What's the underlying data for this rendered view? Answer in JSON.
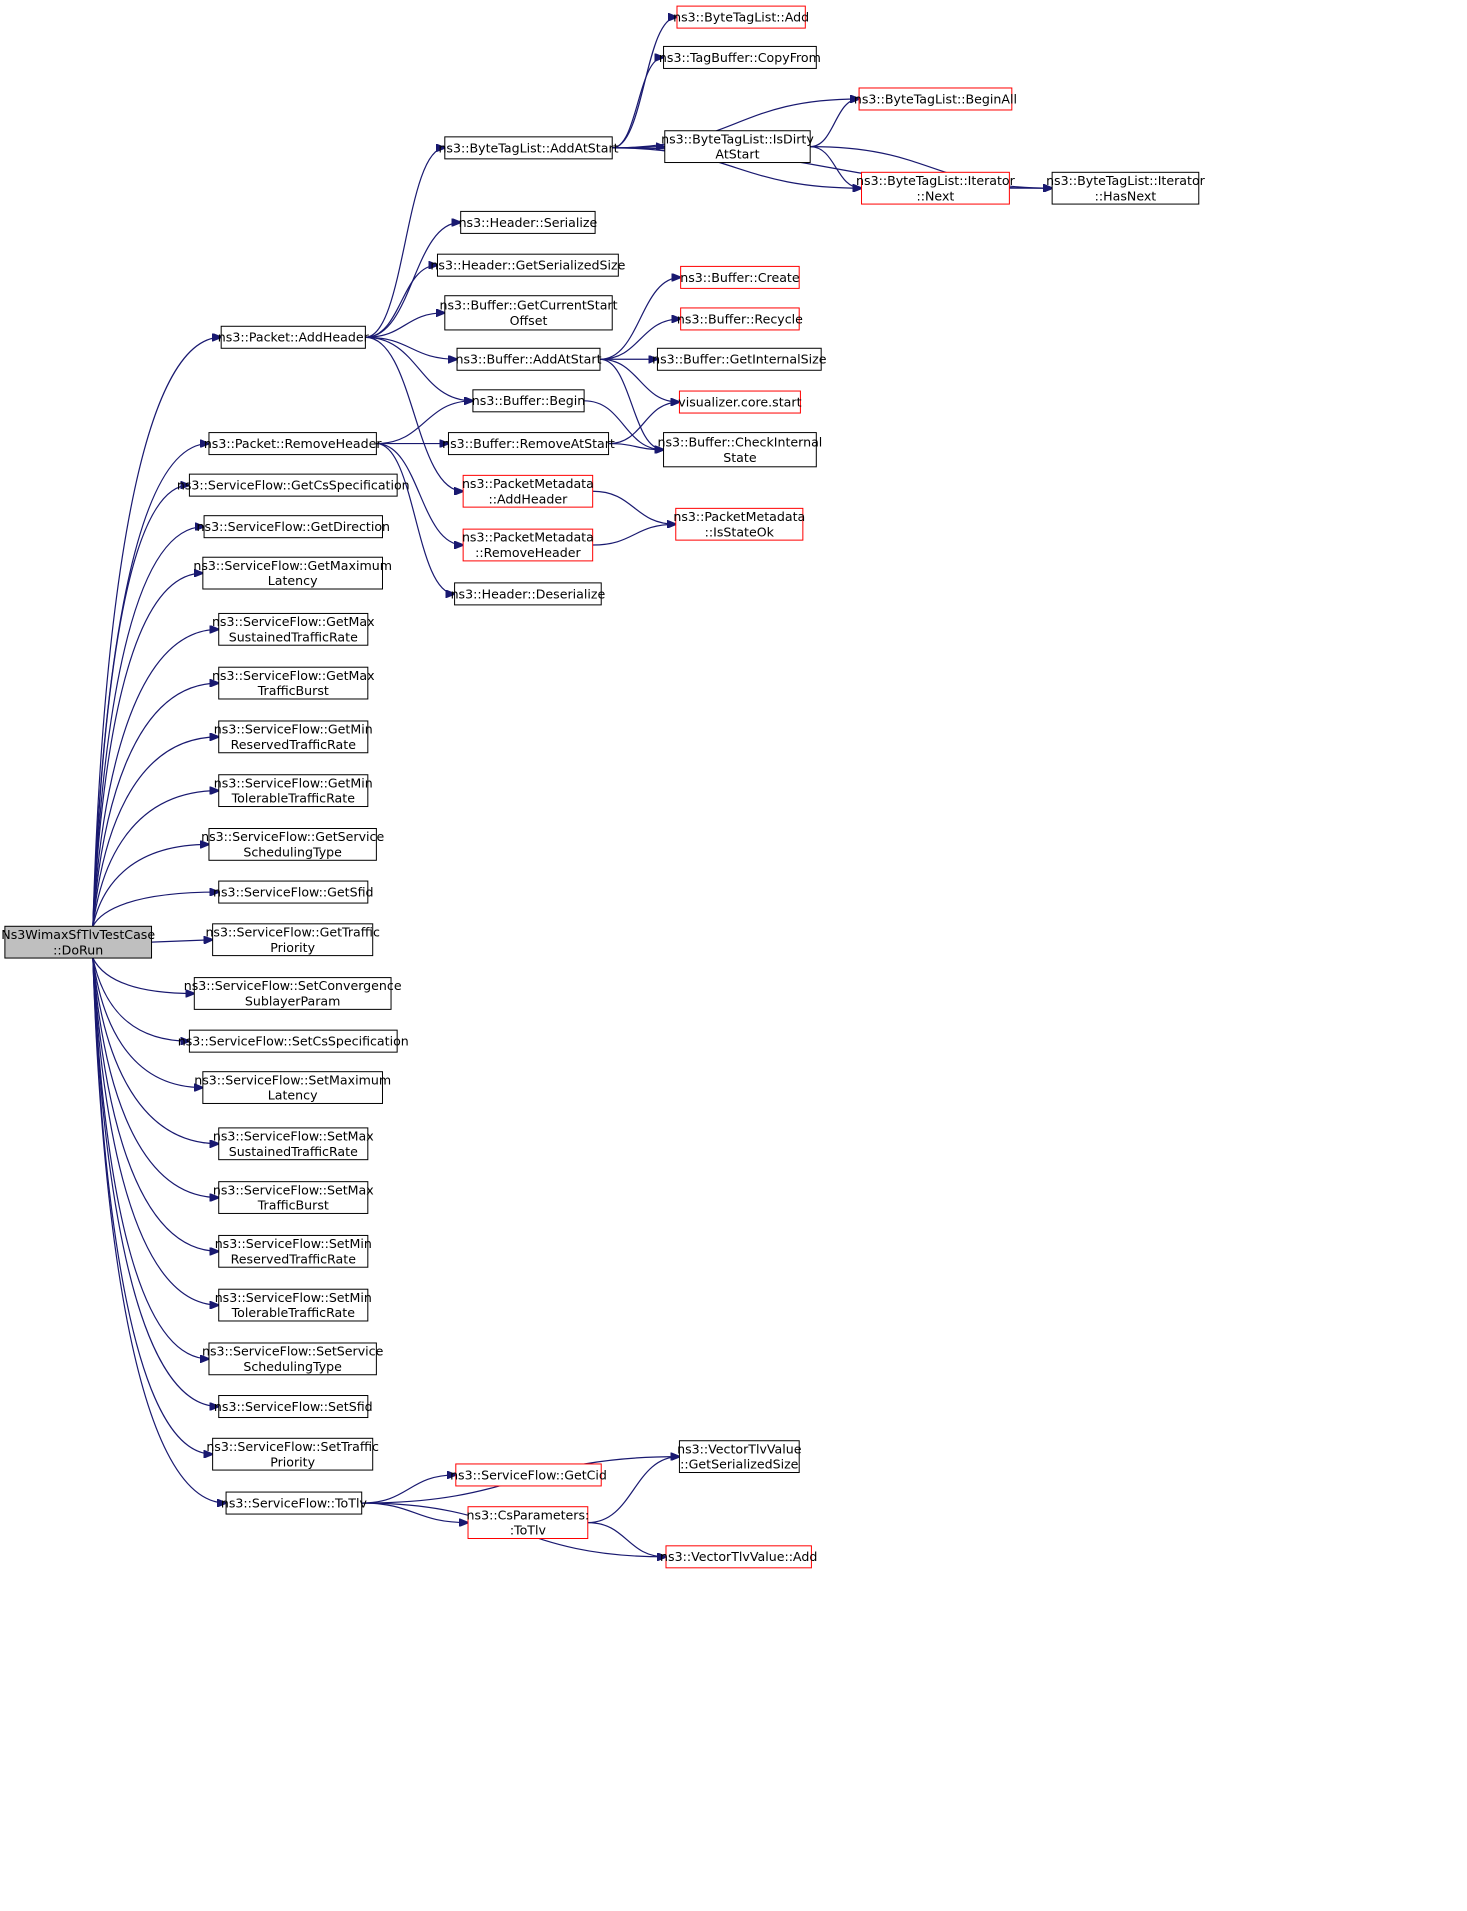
{
  "graph": {
    "edge_color": "#191970",
    "truncated_border_color": "#ff0000",
    "root_fill": "#bfbfbf",
    "nodes": [
      {
        "id": "root",
        "lines": [
          "Ns3WimaxSfTlvTestCase",
          "::DoRun"
        ],
        "root": true
      },
      {
        "id": "addHeader",
        "lines": [
          "ns3::Packet::AddHeader"
        ]
      },
      {
        "id": "removeHeader",
        "lines": [
          "ns3::Packet::RemoveHeader"
        ]
      },
      {
        "id": "getCsSpec",
        "lines": [
          "ns3::ServiceFlow::GetCsSpecification"
        ]
      },
      {
        "id": "getDirection",
        "lines": [
          "ns3::ServiceFlow::GetDirection"
        ]
      },
      {
        "id": "getMaxLatency",
        "lines": [
          "ns3::ServiceFlow::GetMaximum",
          "Latency"
        ]
      },
      {
        "id": "getMaxSustained",
        "lines": [
          "ns3::ServiceFlow::GetMax",
          "SustainedTrafficRate"
        ]
      },
      {
        "id": "getMaxBurst",
        "lines": [
          "ns3::ServiceFlow::GetMax",
          "TrafficBurst"
        ]
      },
      {
        "id": "getMinReserved",
        "lines": [
          "ns3::ServiceFlow::GetMin",
          "ReservedTrafficRate"
        ]
      },
      {
        "id": "getMinTolerable",
        "lines": [
          "ns3::ServiceFlow::GetMin",
          "TolerableTrafficRate"
        ]
      },
      {
        "id": "getSchedType",
        "lines": [
          "ns3::ServiceFlow::GetService",
          "SchedulingType"
        ]
      },
      {
        "id": "getSfid",
        "lines": [
          "ns3::ServiceFlow::GetSfid"
        ]
      },
      {
        "id": "getTrafficPrio",
        "lines": [
          "ns3::ServiceFlow::GetTraffic",
          "Priority"
        ]
      },
      {
        "id": "setConvSub",
        "lines": [
          "ns3::ServiceFlow::SetConvergence",
          "SublayerParam"
        ]
      },
      {
        "id": "setCsSpec",
        "lines": [
          "ns3::ServiceFlow::SetCsSpecification"
        ]
      },
      {
        "id": "setMaxLatency",
        "lines": [
          "ns3::ServiceFlow::SetMaximum",
          "Latency"
        ]
      },
      {
        "id": "setMaxSustained",
        "lines": [
          "ns3::ServiceFlow::SetMax",
          "SustainedTrafficRate"
        ]
      },
      {
        "id": "setMaxBurst",
        "lines": [
          "ns3::ServiceFlow::SetMax",
          "TrafficBurst"
        ]
      },
      {
        "id": "setMinReserved",
        "lines": [
          "ns3::ServiceFlow::SetMin",
          "ReservedTrafficRate"
        ]
      },
      {
        "id": "setMinTolerable",
        "lines": [
          "ns3::ServiceFlow::SetMin",
          "TolerableTrafficRate"
        ]
      },
      {
        "id": "setSchedType",
        "lines": [
          "ns3::ServiceFlow::SetService",
          "SchedulingType"
        ]
      },
      {
        "id": "setSfid",
        "lines": [
          "ns3::ServiceFlow::SetSfid"
        ]
      },
      {
        "id": "setTrafficPrio",
        "lines": [
          "ns3::ServiceFlow::SetTraffic",
          "Priority"
        ]
      },
      {
        "id": "toTlv",
        "lines": [
          "ns3::ServiceFlow::ToTlv"
        ]
      },
      {
        "id": "btlAddAtStart",
        "lines": [
          "ns3::ByteTagList::AddAtStart"
        ]
      },
      {
        "id": "hdrSerialize",
        "lines": [
          "ns3::Header::Serialize"
        ]
      },
      {
        "id": "hdrGetSerSize",
        "lines": [
          "ns3::Header::GetSerializedSize"
        ]
      },
      {
        "id": "bufGetCurStart",
        "lines": [
          "ns3::Buffer::GetCurrentStart",
          "Offset"
        ]
      },
      {
        "id": "bufAddAtStart",
        "lines": [
          "ns3::Buffer::AddAtStart"
        ]
      },
      {
        "id": "bufBegin",
        "lines": [
          "ns3::Buffer::Begin"
        ]
      },
      {
        "id": "bufRemoveAtStart",
        "lines": [
          "ns3::Buffer::RemoveAtStart"
        ]
      },
      {
        "id": "pmAddHeader",
        "lines": [
          "ns3::PacketMetadata",
          "::AddHeader"
        ],
        "truncated": true
      },
      {
        "id": "pmRemoveHeader",
        "lines": [
          "ns3::PacketMetadata",
          "::RemoveHeader"
        ],
        "truncated": true
      },
      {
        "id": "hdrDeserialize",
        "lines": [
          "ns3::Header::Deserialize"
        ]
      },
      {
        "id": "btlAdd",
        "lines": [
          "ns3::ByteTagList::Add"
        ],
        "truncated": true
      },
      {
        "id": "tbCopyFrom",
        "lines": [
          "ns3::TagBuffer::CopyFrom"
        ]
      },
      {
        "id": "btlIsDirty",
        "lines": [
          "ns3::ByteTagList::IsDirty",
          "AtStart"
        ]
      },
      {
        "id": "btlBeginAll",
        "lines": [
          "ns3::ByteTagList::BeginAll"
        ],
        "truncated": true
      },
      {
        "id": "btlIterNext",
        "lines": [
          "ns3::ByteTagList::Iterator",
          "::Next"
        ],
        "truncated": true
      },
      {
        "id": "btlIterHasNext",
        "lines": [
          "ns3::ByteTagList::Iterator",
          "::HasNext"
        ]
      },
      {
        "id": "bufCreate",
        "lines": [
          "ns3::Buffer::Create"
        ],
        "truncated": true
      },
      {
        "id": "bufRecycle",
        "lines": [
          "ns3::Buffer::Recycle"
        ],
        "truncated": true
      },
      {
        "id": "bufGetIntSize",
        "lines": [
          "ns3::Buffer::GetInternalSize"
        ]
      },
      {
        "id": "vizStart",
        "lines": [
          "visualizer.core.start"
        ],
        "truncated": true
      },
      {
        "id": "bufCheckInt",
        "lines": [
          "ns3::Buffer::CheckInternal",
          "State"
        ]
      },
      {
        "id": "pmIsStateOk",
        "lines": [
          "ns3::PacketMetadata",
          "::IsStateOk"
        ],
        "truncated": true
      },
      {
        "id": "sfGetCid",
        "lines": [
          "ns3::ServiceFlow::GetCid"
        ],
        "truncated": true
      },
      {
        "id": "csToTlv",
        "lines": [
          "ns3::CsParameters:",
          ":ToTlv"
        ],
        "truncated": true
      },
      {
        "id": "vtvGetSerSize",
        "lines": [
          "ns3::VectorTlvValue",
          "::GetSerializedSize"
        ]
      },
      {
        "id": "vtvAdd",
        "lines": [
          "ns3::VectorTlvValue::Add"
        ],
        "truncated": true
      }
    ],
    "edges": [
      [
        "root",
        "addHeader"
      ],
      [
        "root",
        "removeHeader"
      ],
      [
        "root",
        "getCsSpec"
      ],
      [
        "root",
        "getDirection"
      ],
      [
        "root",
        "getMaxLatency"
      ],
      [
        "root",
        "getMaxSustained"
      ],
      [
        "root",
        "getMaxBurst"
      ],
      [
        "root",
        "getMinReserved"
      ],
      [
        "root",
        "getMinTolerable"
      ],
      [
        "root",
        "getSchedType"
      ],
      [
        "root",
        "getSfid"
      ],
      [
        "root",
        "getTrafficPrio"
      ],
      [
        "root",
        "setConvSub"
      ],
      [
        "root",
        "setCsSpec"
      ],
      [
        "root",
        "setMaxLatency"
      ],
      [
        "root",
        "setMaxSustained"
      ],
      [
        "root",
        "setMaxBurst"
      ],
      [
        "root",
        "setMinReserved"
      ],
      [
        "root",
        "setMinTolerable"
      ],
      [
        "root",
        "setSchedType"
      ],
      [
        "root",
        "setSfid"
      ],
      [
        "root",
        "setTrafficPrio"
      ],
      [
        "root",
        "toTlv"
      ],
      [
        "addHeader",
        "btlAddAtStart"
      ],
      [
        "addHeader",
        "hdrSerialize"
      ],
      [
        "addHeader",
        "hdrGetSerSize"
      ],
      [
        "addHeader",
        "bufGetCurStart"
      ],
      [
        "addHeader",
        "bufAddAtStart"
      ],
      [
        "addHeader",
        "bufBegin"
      ],
      [
        "addHeader",
        "pmAddHeader"
      ],
      [
        "removeHeader",
        "bufBegin"
      ],
      [
        "removeHeader",
        "bufRemoveAtStart"
      ],
      [
        "removeHeader",
        "pmRemoveHeader"
      ],
      [
        "removeHeader",
        "hdrDeserialize"
      ],
      [
        "btlAddAtStart",
        "btlAdd"
      ],
      [
        "btlAddAtStart",
        "tbCopyFrom"
      ],
      [
        "btlAddAtStart",
        "btlBeginAll"
      ],
      [
        "btlAddAtStart",
        "btlIsDirty"
      ],
      [
        "btlAddAtStart",
        "btlIterNext"
      ],
      [
        "btlAddAtStart",
        "btlIterHasNext"
      ],
      [
        "btlIsDirty",
        "btlBeginAll"
      ],
      [
        "btlIsDirty",
        "btlIterNext"
      ],
      [
        "btlIsDirty",
        "btlIterHasNext"
      ],
      [
        "btlIterNext",
        "btlIterHasNext"
      ],
      [
        "bufAddAtStart",
        "bufCreate"
      ],
      [
        "bufAddAtStart",
        "bufRecycle"
      ],
      [
        "bufAddAtStart",
        "bufGetIntSize"
      ],
      [
        "bufAddAtStart",
        "vizStart"
      ],
      [
        "bufAddAtStart",
        "bufCheckInt"
      ],
      [
        "bufBegin",
        "bufCheckInt"
      ],
      [
        "bufRemoveAtStart",
        "vizStart"
      ],
      [
        "bufRemoveAtStart",
        "bufCheckInt"
      ],
      [
        "pmAddHeader",
        "pmIsStateOk"
      ],
      [
        "pmRemoveHeader",
        "pmIsStateOk"
      ],
      [
        "toTlv",
        "vtvGetSerSize"
      ],
      [
        "toTlv",
        "sfGetCid"
      ],
      [
        "toTlv",
        "csToTlv"
      ],
      [
        "toTlv",
        "vtvAdd"
      ],
      [
        "csToTlv",
        "vtvGetSerSize"
      ],
      [
        "csToTlv",
        "vtvAdd"
      ]
    ]
  }
}
